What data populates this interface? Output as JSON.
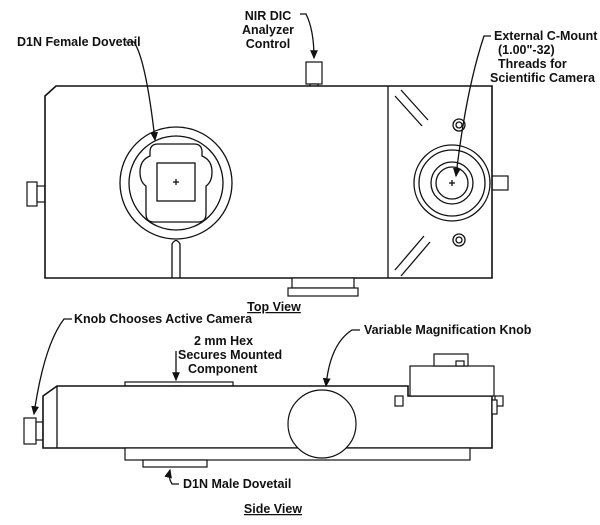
{
  "top_view": {
    "caption": "Top View",
    "labels": {
      "d1n_female": "D1N Female Dovetail",
      "nir_dic_1": "NIR DIC",
      "nir_dic_2": "Analyzer",
      "nir_dic_3": "Control",
      "cmount_1": "External C-Mount",
      "cmount_2": "(1.00\"-32)",
      "cmount_3": "Threads for",
      "cmount_4": "Scientific Camera"
    }
  },
  "side_view": {
    "caption": "Side View",
    "labels": {
      "knob_camera": "Knob Chooses Active Camera",
      "hex_1": "2 mm Hex",
      "hex_2": "Secures Mounted",
      "hex_3": "Component",
      "mag_knob": "Variable Magnification Knob",
      "d1n_male": "D1N Male Dovetail"
    }
  }
}
